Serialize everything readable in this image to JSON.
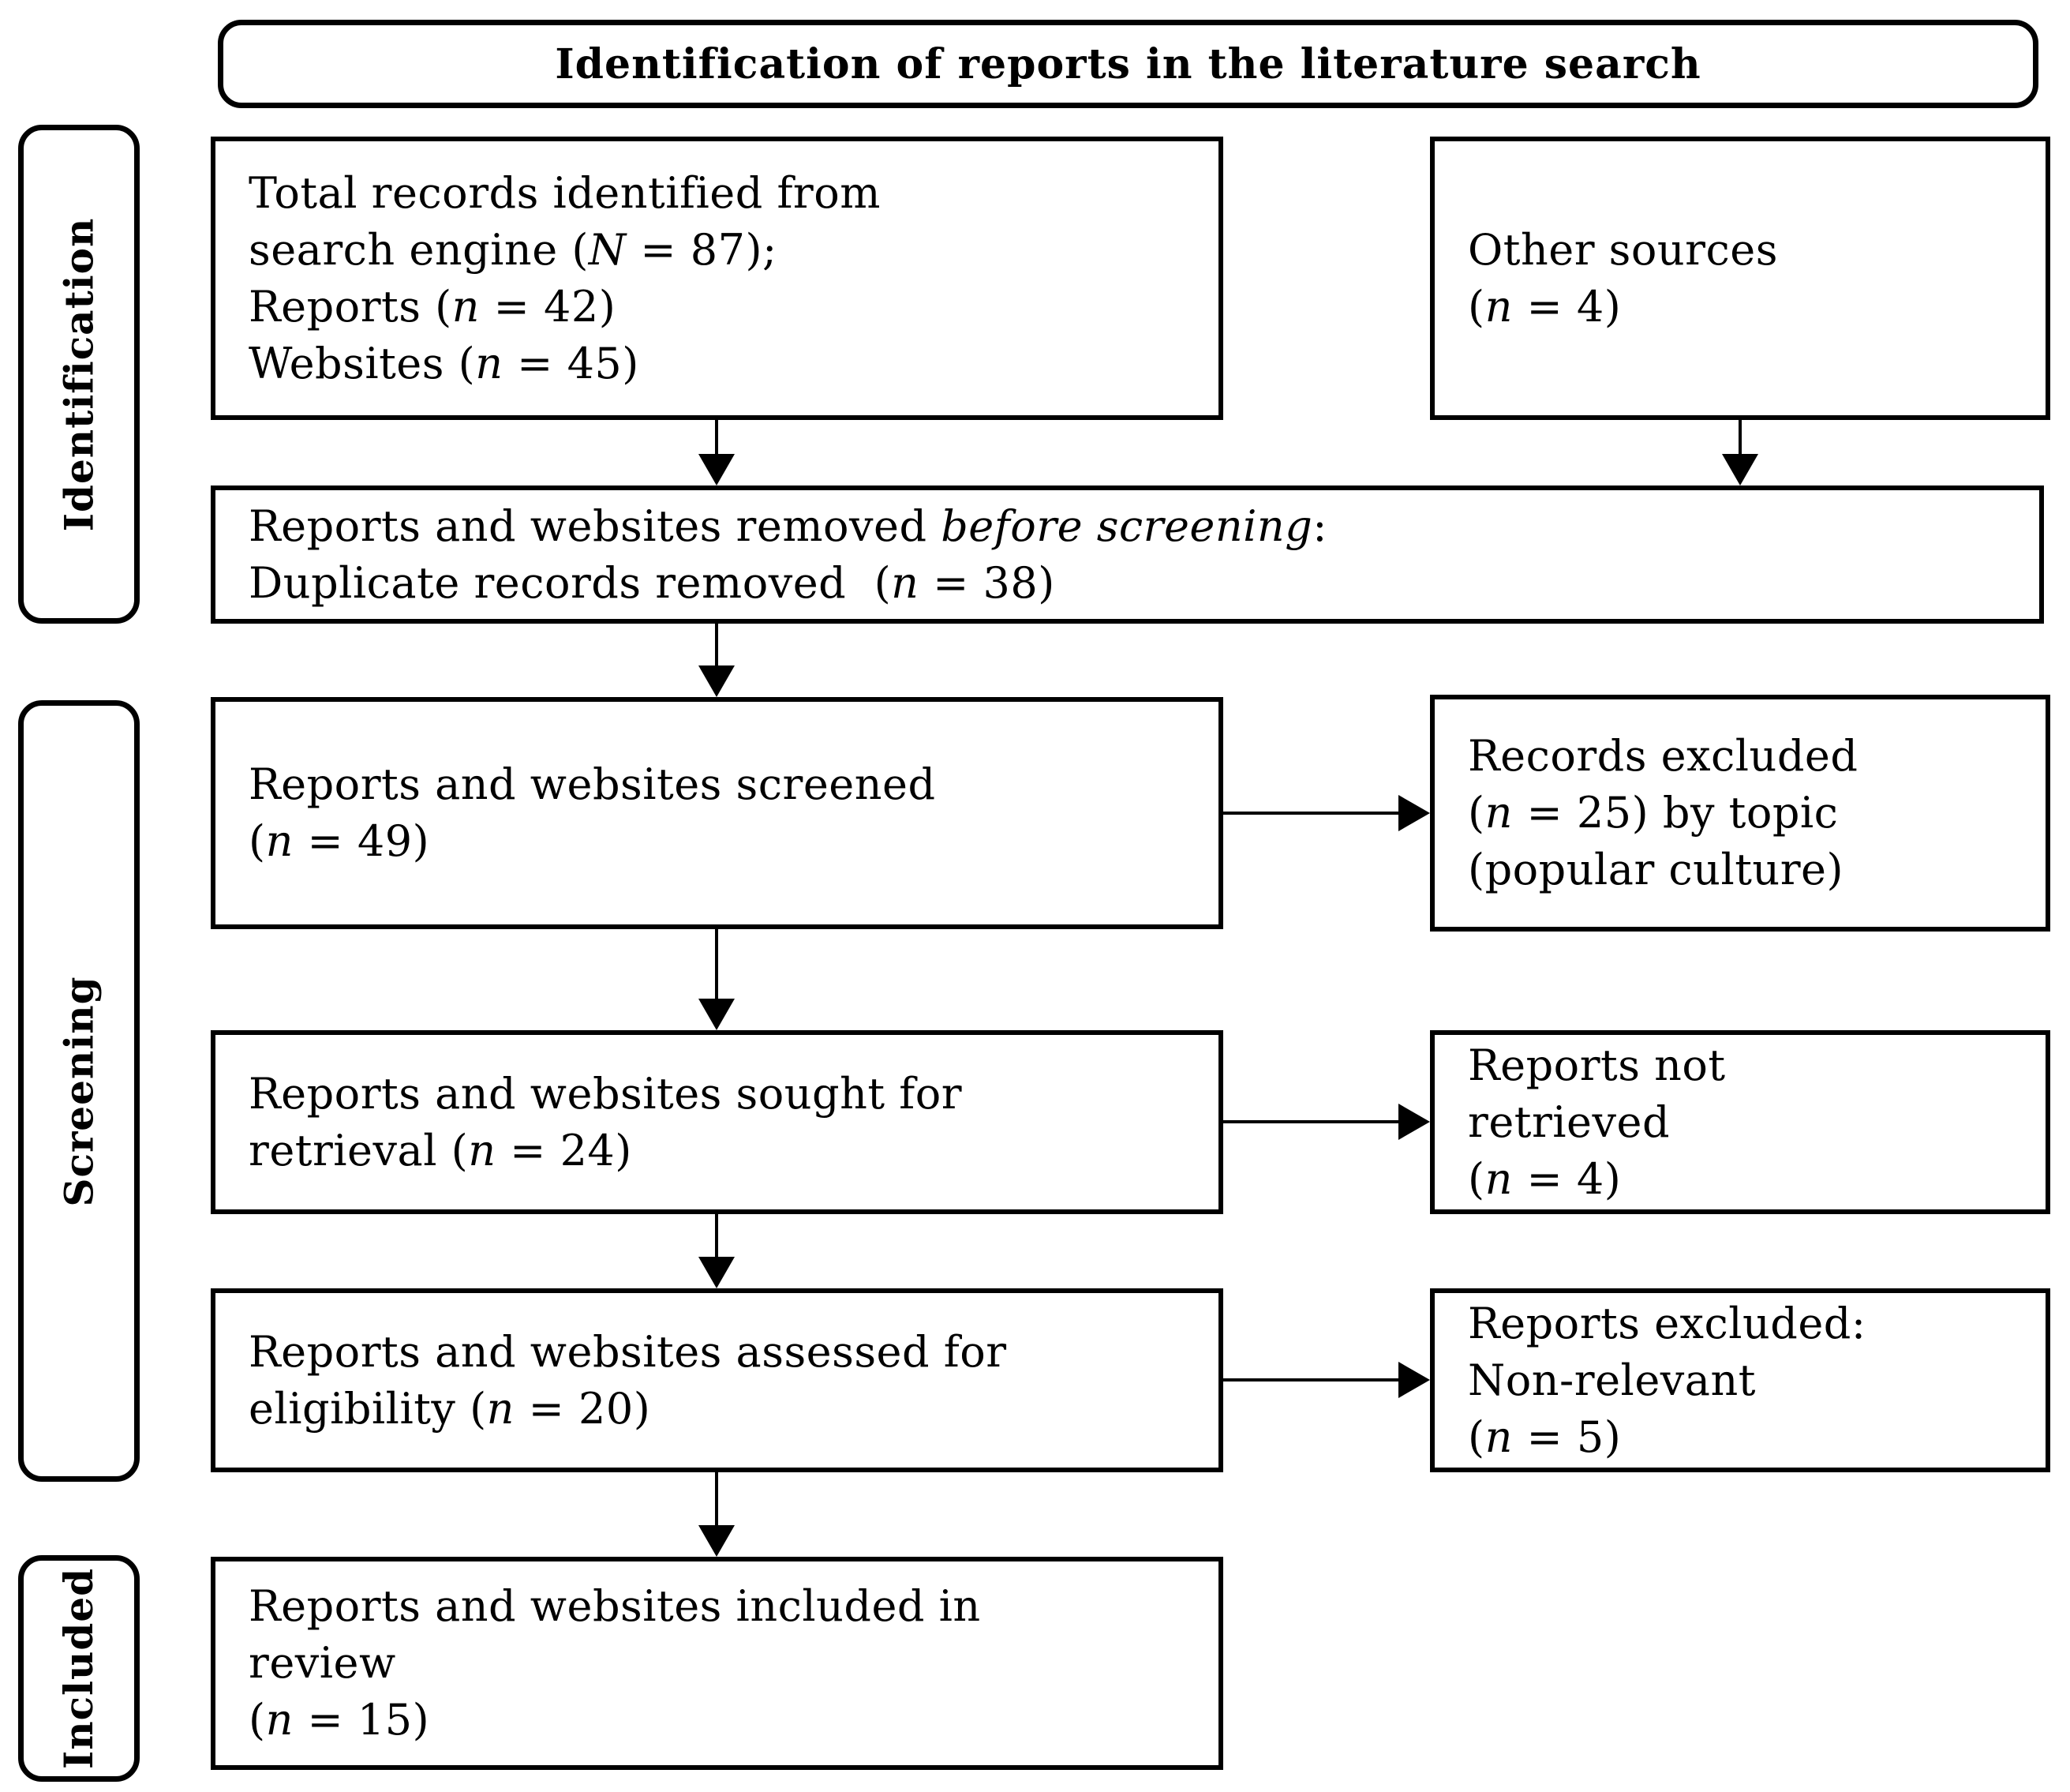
{
  "palette": {
    "ink": "#000000",
    "paper": "#ffffff"
  },
  "title": "Identification of reports in the literature search",
  "sidebar": {
    "identification": "Identification",
    "screening": "Screening",
    "included": "Included"
  },
  "boxes": {
    "total_records": {
      "lines": [
        [
          {
            "text": "Total records identified from"
          }
        ],
        [
          {
            "text": "search engine ("
          },
          {
            "text": "N",
            "italic": true
          },
          {
            "text": " = 87);"
          }
        ],
        [
          {
            "text": "Reports ("
          },
          {
            "text": "n",
            "italic": true
          },
          {
            "text": " = 42)"
          }
        ],
        [
          {
            "text": "Websites ("
          },
          {
            "text": "n",
            "italic": true
          },
          {
            "text": " = 45)"
          }
        ]
      ]
    },
    "other_sources": {
      "lines": [
        [
          {
            "text": "Other sources"
          }
        ],
        [
          {
            "text": "("
          },
          {
            "text": "n",
            "italic": true
          },
          {
            "text": " = 4)"
          }
        ]
      ]
    },
    "removed_before_screening": {
      "lines": [
        [
          {
            "text": "Reports and websites removed "
          },
          {
            "text": "before screening",
            "italic": true
          },
          {
            "text": ":"
          }
        ],
        [
          {
            "text": "Duplicate records removed  ("
          },
          {
            "text": "n",
            "italic": true
          },
          {
            "text": " = 38)"
          }
        ]
      ]
    },
    "screened": {
      "lines": [
        [
          {
            "text": "Reports and websites screened"
          }
        ],
        [
          {
            "text": "("
          },
          {
            "text": "n",
            "italic": true
          },
          {
            "text": " = 49)"
          }
        ]
      ]
    },
    "excluded_by_topic": {
      "lines": [
        [
          {
            "text": "Records excluded"
          }
        ],
        [
          {
            "text": "("
          },
          {
            "text": "n",
            "italic": true
          },
          {
            "text": " = 25) by topic"
          }
        ],
        [
          {
            "text": "(popular culture)"
          }
        ]
      ]
    },
    "sought_for_retrieval": {
      "lines": [
        [
          {
            "text": "Reports and websites sought for"
          }
        ],
        [
          {
            "text": "retrieval ("
          },
          {
            "text": "n",
            "italic": true
          },
          {
            "text": " = 24)"
          }
        ]
      ]
    },
    "not_retrieved": {
      "lines": [
        [
          {
            "text": "Reports not"
          }
        ],
        [
          {
            "text": "retrieved"
          }
        ],
        [
          {
            "text": "("
          },
          {
            "text": "n",
            "italic": true
          },
          {
            "text": " = 4)"
          }
        ]
      ]
    },
    "assessed_for_eligibility": {
      "lines": [
        [
          {
            "text": "Reports and websites assessed for"
          }
        ],
        [
          {
            "text": "eligibility ("
          },
          {
            "text": "n",
            "italic": true
          },
          {
            "text": " = 20)"
          }
        ]
      ]
    },
    "excluded_non_relevant": {
      "lines": [
        [
          {
            "text": "Reports excluded:"
          }
        ],
        [
          {
            "text": "Non-relevant"
          }
        ],
        [
          {
            "text": "("
          },
          {
            "text": "n",
            "italic": true
          },
          {
            "text": " = 5)"
          }
        ]
      ]
    },
    "included_in_review": {
      "lines": [
        [
          {
            "text": "Reports and websites included in"
          }
        ],
        [
          {
            "text": "review"
          }
        ],
        [
          {
            "text": "("
          },
          {
            "text": "n",
            "italic": true
          },
          {
            "text": " = 15)"
          }
        ]
      ]
    }
  }
}
